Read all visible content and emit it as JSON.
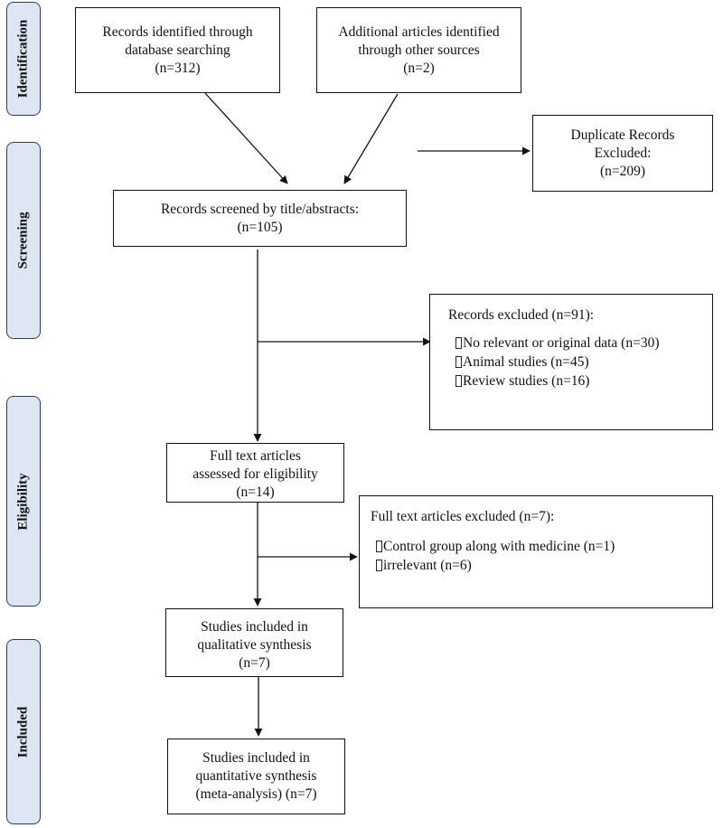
{
  "stages": [
    {
      "id": "identification",
      "label": "Identification"
    },
    {
      "id": "screening",
      "label": "Screening"
    },
    {
      "id": "eligibility",
      "label": "Eligibility"
    },
    {
      "id": "included",
      "label": "Included"
    }
  ],
  "boxes": {
    "database_records": {
      "lines": [
        "Records identified through",
        "database searching",
        "(n=312)"
      ]
    },
    "other_sources": {
      "lines": [
        "Additional articles identified",
        "through other sources",
        "(n=2)"
      ]
    },
    "duplicates_excluded": {
      "lines": [
        "Duplicate Records",
        "Excluded:",
        "(n=209)"
      ]
    },
    "screened": {
      "lines": [
        "Records screened by title/abstracts:",
        "(n=105)"
      ]
    },
    "records_excluded": {
      "title": "Records excluded (n=91):",
      "items": [
        "No relevant or original data (n=30)",
        "Animal studies  (n=45)",
        "Review studies  (n=16)"
      ]
    },
    "full_text_assessed": {
      "lines": [
        "Full text articles",
        "assessed for eligibility",
        "(n=14)"
      ]
    },
    "full_text_excluded": {
      "title": "Full text articles excluded (n=7):",
      "items": [
        "Control group along with medicine (n=1)",
        "irrelevant (n=6)"
      ]
    },
    "qualitative": {
      "lines": [
        "Studies included in",
        "qualitative synthesis",
        "(n=7)"
      ]
    },
    "quantitative": {
      "lines": [
        "Studies included in",
        "quantitative synthesis",
        "(meta-analysis) (n=7)"
      ]
    }
  },
  "icons": {
    "bullet": "empty-box-bullet-icon"
  }
}
